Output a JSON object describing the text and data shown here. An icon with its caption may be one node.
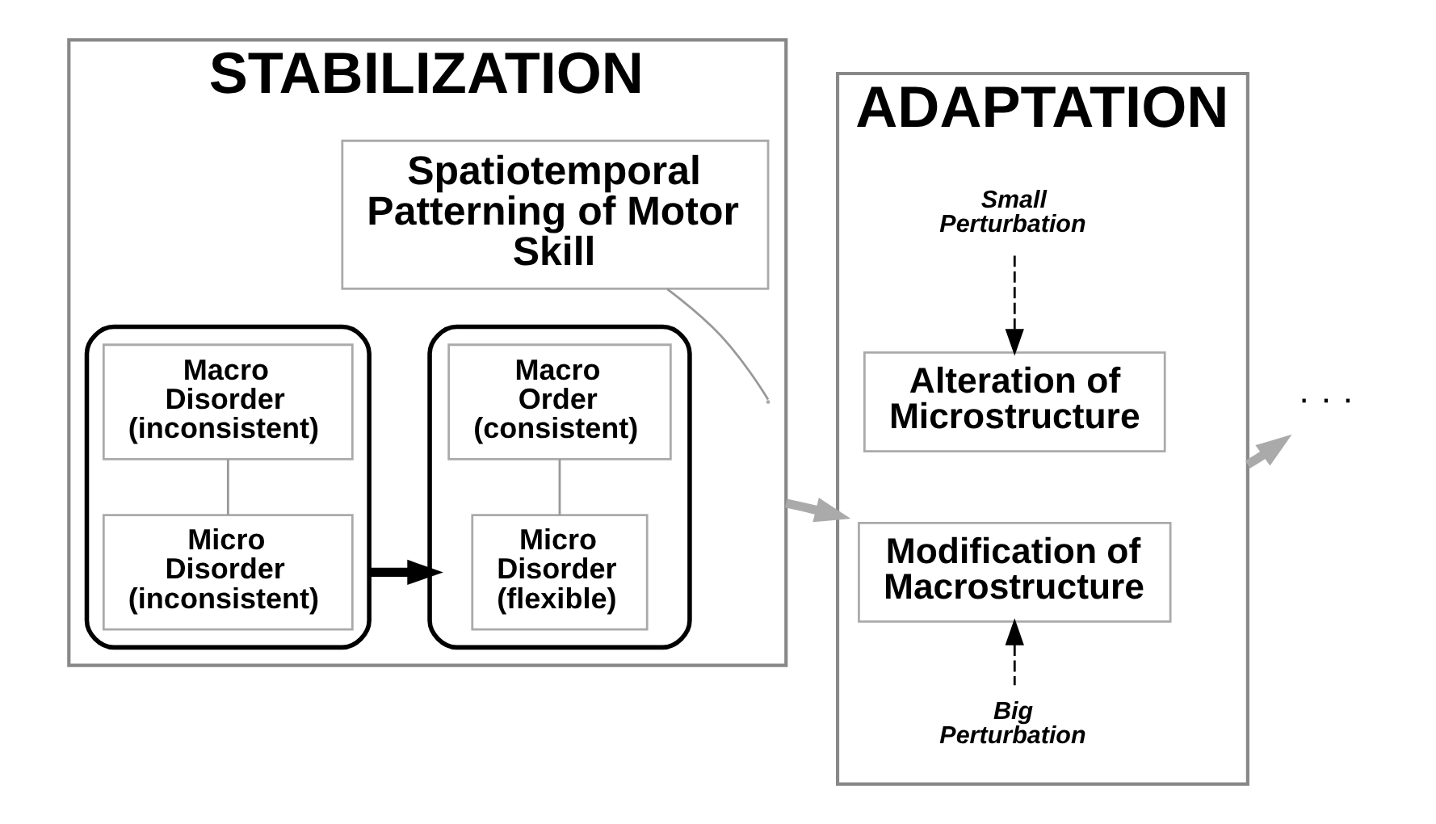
{
  "diagram": {
    "nodes": [
      {
        "text": [
          "STABILIZATION"
        ]
      },
      {
        "text": [
          "Spatiotemporal Patterning of Motor Skill"
        ],
        "in": 0
      },
      {
        "text": [],
        "shape": "box",
        "in": 0
      },
      {
        "text": [
          "Macro Disorder (inconsistent)"
        ],
        "in": 2
      },
      {
        "text": [
          "Micro Disorder (inconsistent)"
        ],
        "in": 2
      },
      {
        "text": [],
        "shape": "box",
        "in": 0
      },
      {
        "text": [
          "Macro Order (consistent)"
        ],
        "in": 5
      },
      {
        "text": [
          "Micro Disorder (flexible)"
        ],
        "in": 5
      },
      {
        "text": [
          "ADAPTATION"
        ]
      },
      {
        "text": [
          "Small Perturbation"
        ],
        "in": 8
      },
      {
        "text": [
          "Alteration of Microstructure"
        ],
        "in": 8
      },
      {
        "text": [
          "Modification of Macrostructure"
        ],
        "in": 8
      },
      {
        "text": [
          "Big Perturbation"
        ],
        "in": 8
      },
      {
        "text": [
          "· · ·"
        ]
      }
    ],
    "edges": [
      {
        "from": 1,
        "to": null,
        "arrow": "none",
        "color": "#999999"
      },
      {
        "from": 3,
        "to": 4,
        "arrow": "none",
        "color": "#999999"
      },
      {
        "from": 6,
        "to": 7,
        "arrow": "none",
        "color": "#999999"
      },
      {
        "from": 2,
        "to": 5,
        "arrow": "to",
        "style": "thick",
        "color": "#000000"
      },
      {
        "from": 0,
        "to": 8,
        "arrow": "to",
        "style": "thick",
        "color": "#aaaaaa"
      },
      {
        "from": 9,
        "to": 10,
        "arrow": "to",
        "style": "dashed",
        "color": "#000000"
      },
      {
        "from": 12,
        "to": 11,
        "arrow": "to",
        "style": "dashed",
        "color": "#000000"
      },
      {
        "from": 8,
        "to": 13,
        "arrow": "to",
        "style": "thick",
        "color": "#aaaaaa"
      }
    ]
  }
}
